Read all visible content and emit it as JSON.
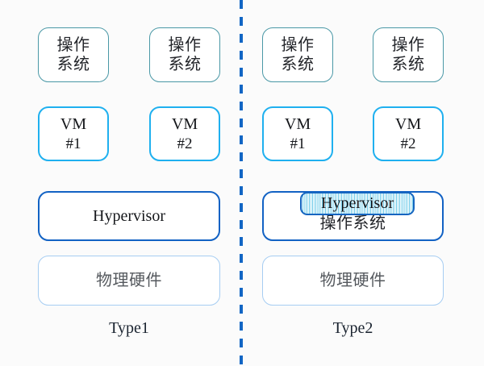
{
  "diagram": {
    "title_left": "Type1",
    "title_right": "Type2",
    "colors": {
      "background": "#fbfbfb",
      "os_border": "#4a98a6",
      "vm_border": "#1fb0ef",
      "hypervisor_border": "#1262c4",
      "hardware_border": "#a6cdf2",
      "divider": "#1266c4",
      "stripe_cyan": "#6cc9e8",
      "hardware_text": "#55595e"
    }
  },
  "type1": {
    "guests": [
      {
        "os": {
          "line1": "操作",
          "line2": "系统"
        },
        "vm": {
          "line1": "VM",
          "line2": "#1"
        }
      },
      {
        "os": {
          "line1": "操作",
          "line2": "系统"
        },
        "vm": {
          "line1": "VM",
          "line2": "#2"
        }
      }
    ],
    "hypervisor": "Hypervisor",
    "hardware": "物理硬件",
    "caption": "Type1"
  },
  "type2": {
    "guests": [
      {
        "os": {
          "line1": "操作",
          "line2": "系统"
        },
        "vm": {
          "line1": "VM",
          "line2": "#1"
        }
      },
      {
        "os": {
          "line1": "操作",
          "line2": "系统"
        },
        "vm": {
          "line1": "VM",
          "line2": "#2"
        }
      }
    ],
    "hypervisor": "Hypervisor",
    "host_os": "操作系统",
    "hardware": "物理硬件",
    "caption": "Type2"
  }
}
